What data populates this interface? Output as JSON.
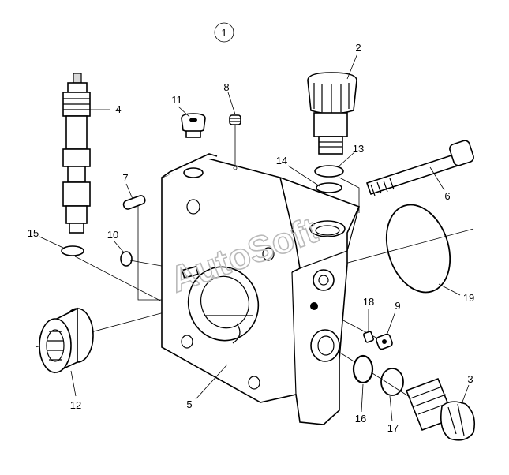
{
  "diagram": {
    "assembly_callout": "1",
    "watermark": "AutoSoft",
    "parts": [
      {
        "label": "2"
      },
      {
        "label": "3"
      },
      {
        "label": "4"
      },
      {
        "label": "5"
      },
      {
        "label": "6"
      },
      {
        "label": "7"
      },
      {
        "label": "8"
      },
      {
        "label": "9"
      },
      {
        "label": "10"
      },
      {
        "label": "11"
      },
      {
        "label": "12"
      },
      {
        "label": "13"
      },
      {
        "label": "14"
      },
      {
        "label": "15"
      },
      {
        "label": "16"
      },
      {
        "label": "17"
      },
      {
        "label": "18"
      },
      {
        "label": "19"
      }
    ]
  }
}
